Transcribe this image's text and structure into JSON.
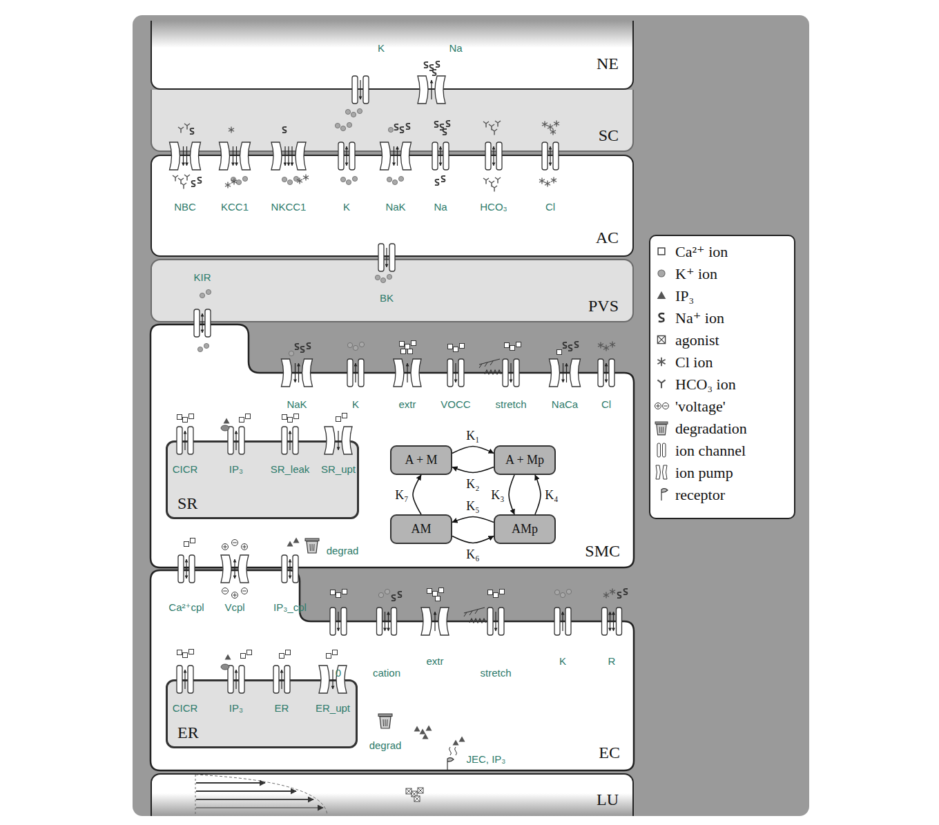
{
  "diagram": {
    "nodes": [
      {
        "text": [
          "NE"
        ]
      },
      {
        "text": [
          "SC"
        ]
      },
      {
        "text": [
          "AC"
        ]
      },
      {
        "text": [
          "PVS"
        ]
      },
      {
        "text": [
          "SMC"
        ]
      },
      {
        "text": [
          "SR"
        ],
        "in": 4
      },
      {
        "text": [
          "A + M"
        ],
        "in": 4
      },
      {
        "text": [
          "A + Mp"
        ],
        "in": 4
      },
      {
        "text": [
          "AM"
        ],
        "in": 4
      },
      {
        "text": [
          "AMp"
        ],
        "in": 4
      },
      {
        "text": [
          "EC"
        ]
      },
      {
        "text": [
          "ER"
        ],
        "in": 10
      },
      {
        "text": [
          "LU"
        ]
      }
    ],
    "edges": [
      {
        "from": 6,
        "to": 7,
        "label": "K₁",
        "arrow": "to"
      },
      {
        "from": 7,
        "to": 6,
        "label": "K₂",
        "arrow": "to"
      },
      {
        "from": 7,
        "to": 9,
        "label": "K₃",
        "arrow": "to"
      },
      {
        "from": 9,
        "to": 7,
        "label": "K₄",
        "arrow": "to"
      },
      {
        "from": 9,
        "to": 8,
        "label": "K₅",
        "arrow": "to"
      },
      {
        "from": 8,
        "to": 9,
        "label": "K₆",
        "arrow": "to"
      },
      {
        "from": 8,
        "to": 6,
        "label": "K₇",
        "arrow": "to"
      }
    ],
    "labels": [
      "K",
      "Na",
      "NBC",
      "KCC1",
      "NKCC1",
      "K",
      "NaK",
      "Na",
      "HCO₃",
      "Cl",
      "KIR",
      "BK",
      "NaK",
      "K",
      "extr",
      "VOCC",
      "stretch",
      "NaCa",
      "Cl",
      "CICR",
      "IP₃",
      "SR_leak",
      "SR_upt",
      "degrad",
      "Ca²⁺cpl",
      "Vcpl",
      "IP₃_cpl",
      "0",
      "cation",
      "extr",
      "stretch",
      "K",
      "R",
      "CICR",
      "IP₃",
      "ER",
      "ER_upt",
      "degrad",
      "JEC, IP₃"
    ],
    "legend": [
      {
        "text": "Ca²⁺ ion"
      },
      {
        "text": "K⁺ ion"
      },
      {
        "text": "IP₃"
      },
      {
        "text": "Na⁺ ion"
      },
      {
        "text": "agonist"
      },
      {
        "text": "Cl ion"
      },
      {
        "text": "HCO₃ ion"
      },
      {
        "text": "'voltage'"
      },
      {
        "text": "degradation"
      },
      {
        "text": "ion channel"
      },
      {
        "text": "ion pump"
      },
      {
        "text": "receptor"
      }
    ]
  }
}
